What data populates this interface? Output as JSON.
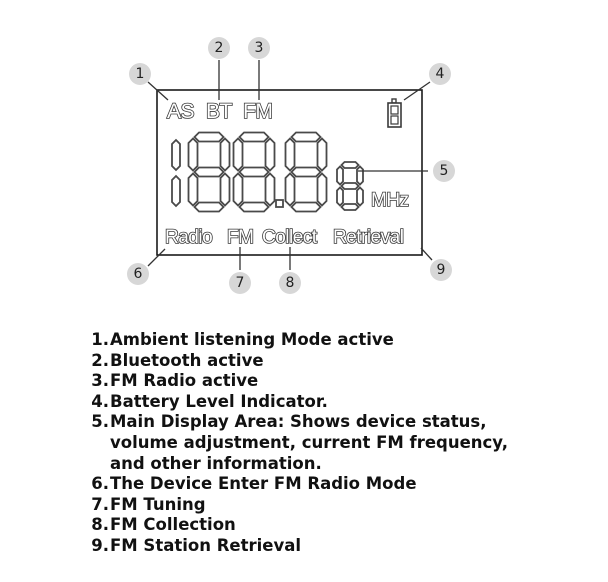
{
  "display": {
    "labels": {
      "as": "AS",
      "bt": "BT",
      "fm_top": "FM",
      "mhz": "MHz",
      "radio": "Radio",
      "fm_bottom": "FM",
      "collect": "Collect",
      "retrieval": "Retrieval"
    },
    "callouts": [
      "1",
      "2",
      "3",
      "4",
      "5",
      "6",
      "7",
      "8",
      "9"
    ]
  },
  "legend": [
    {
      "num": "1.",
      "text": "Ambient listening Mode active"
    },
    {
      "num": "2.",
      "text": "Bluetooth active"
    },
    {
      "num": "3.",
      "text": "FM Radio active"
    },
    {
      "num": "4.",
      "text": "Battery Level Indicator."
    },
    {
      "num": "5.",
      "text": "Main Display Area: Shows device status, volume adjustment, current FM frequency, and other information."
    },
    {
      "num": "6.",
      "text": "The Device Enter FM Radio Mode"
    },
    {
      "num": "7.",
      "text": "FM Tuning"
    },
    {
      "num": "8.",
      "text": "FM Collection"
    },
    {
      "num": "9.",
      "text": "FM Station Retrieval"
    }
  ]
}
